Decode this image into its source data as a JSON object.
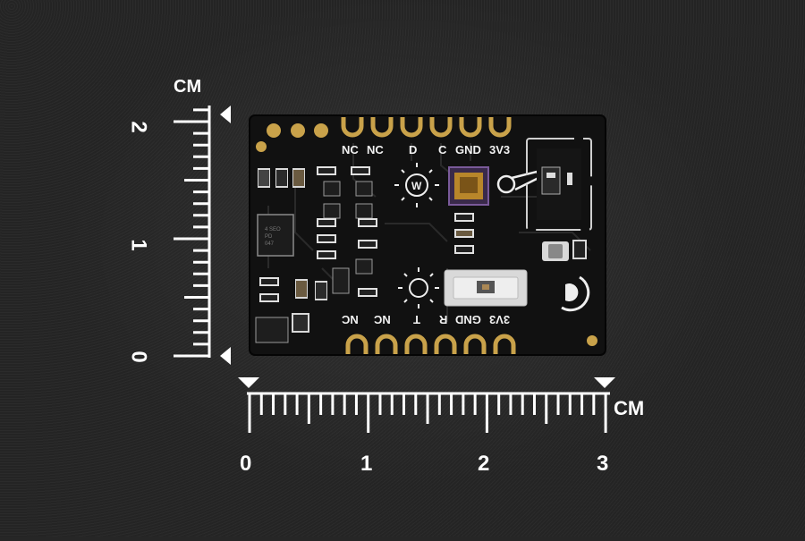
{
  "vertical_ruler": {
    "unit": "CM",
    "labels": [
      "2",
      "1",
      "0"
    ]
  },
  "horizontal_ruler": {
    "unit": "CM",
    "labels": [
      "0",
      "1",
      "2",
      "3"
    ]
  },
  "board": {
    "top_pins": [
      "NC",
      "NC",
      "D",
      "C",
      "GND",
      "3V3"
    ],
    "bottom_pins": [
      "NC",
      "NC",
      "T",
      "R",
      "GND",
      "3V3"
    ]
  },
  "colors": {
    "background": "#242424",
    "pcb": "#111111",
    "pad_gold": "#c9a24a",
    "silkscreen": "#f2f2f2",
    "ruler": "#ffffff"
  }
}
